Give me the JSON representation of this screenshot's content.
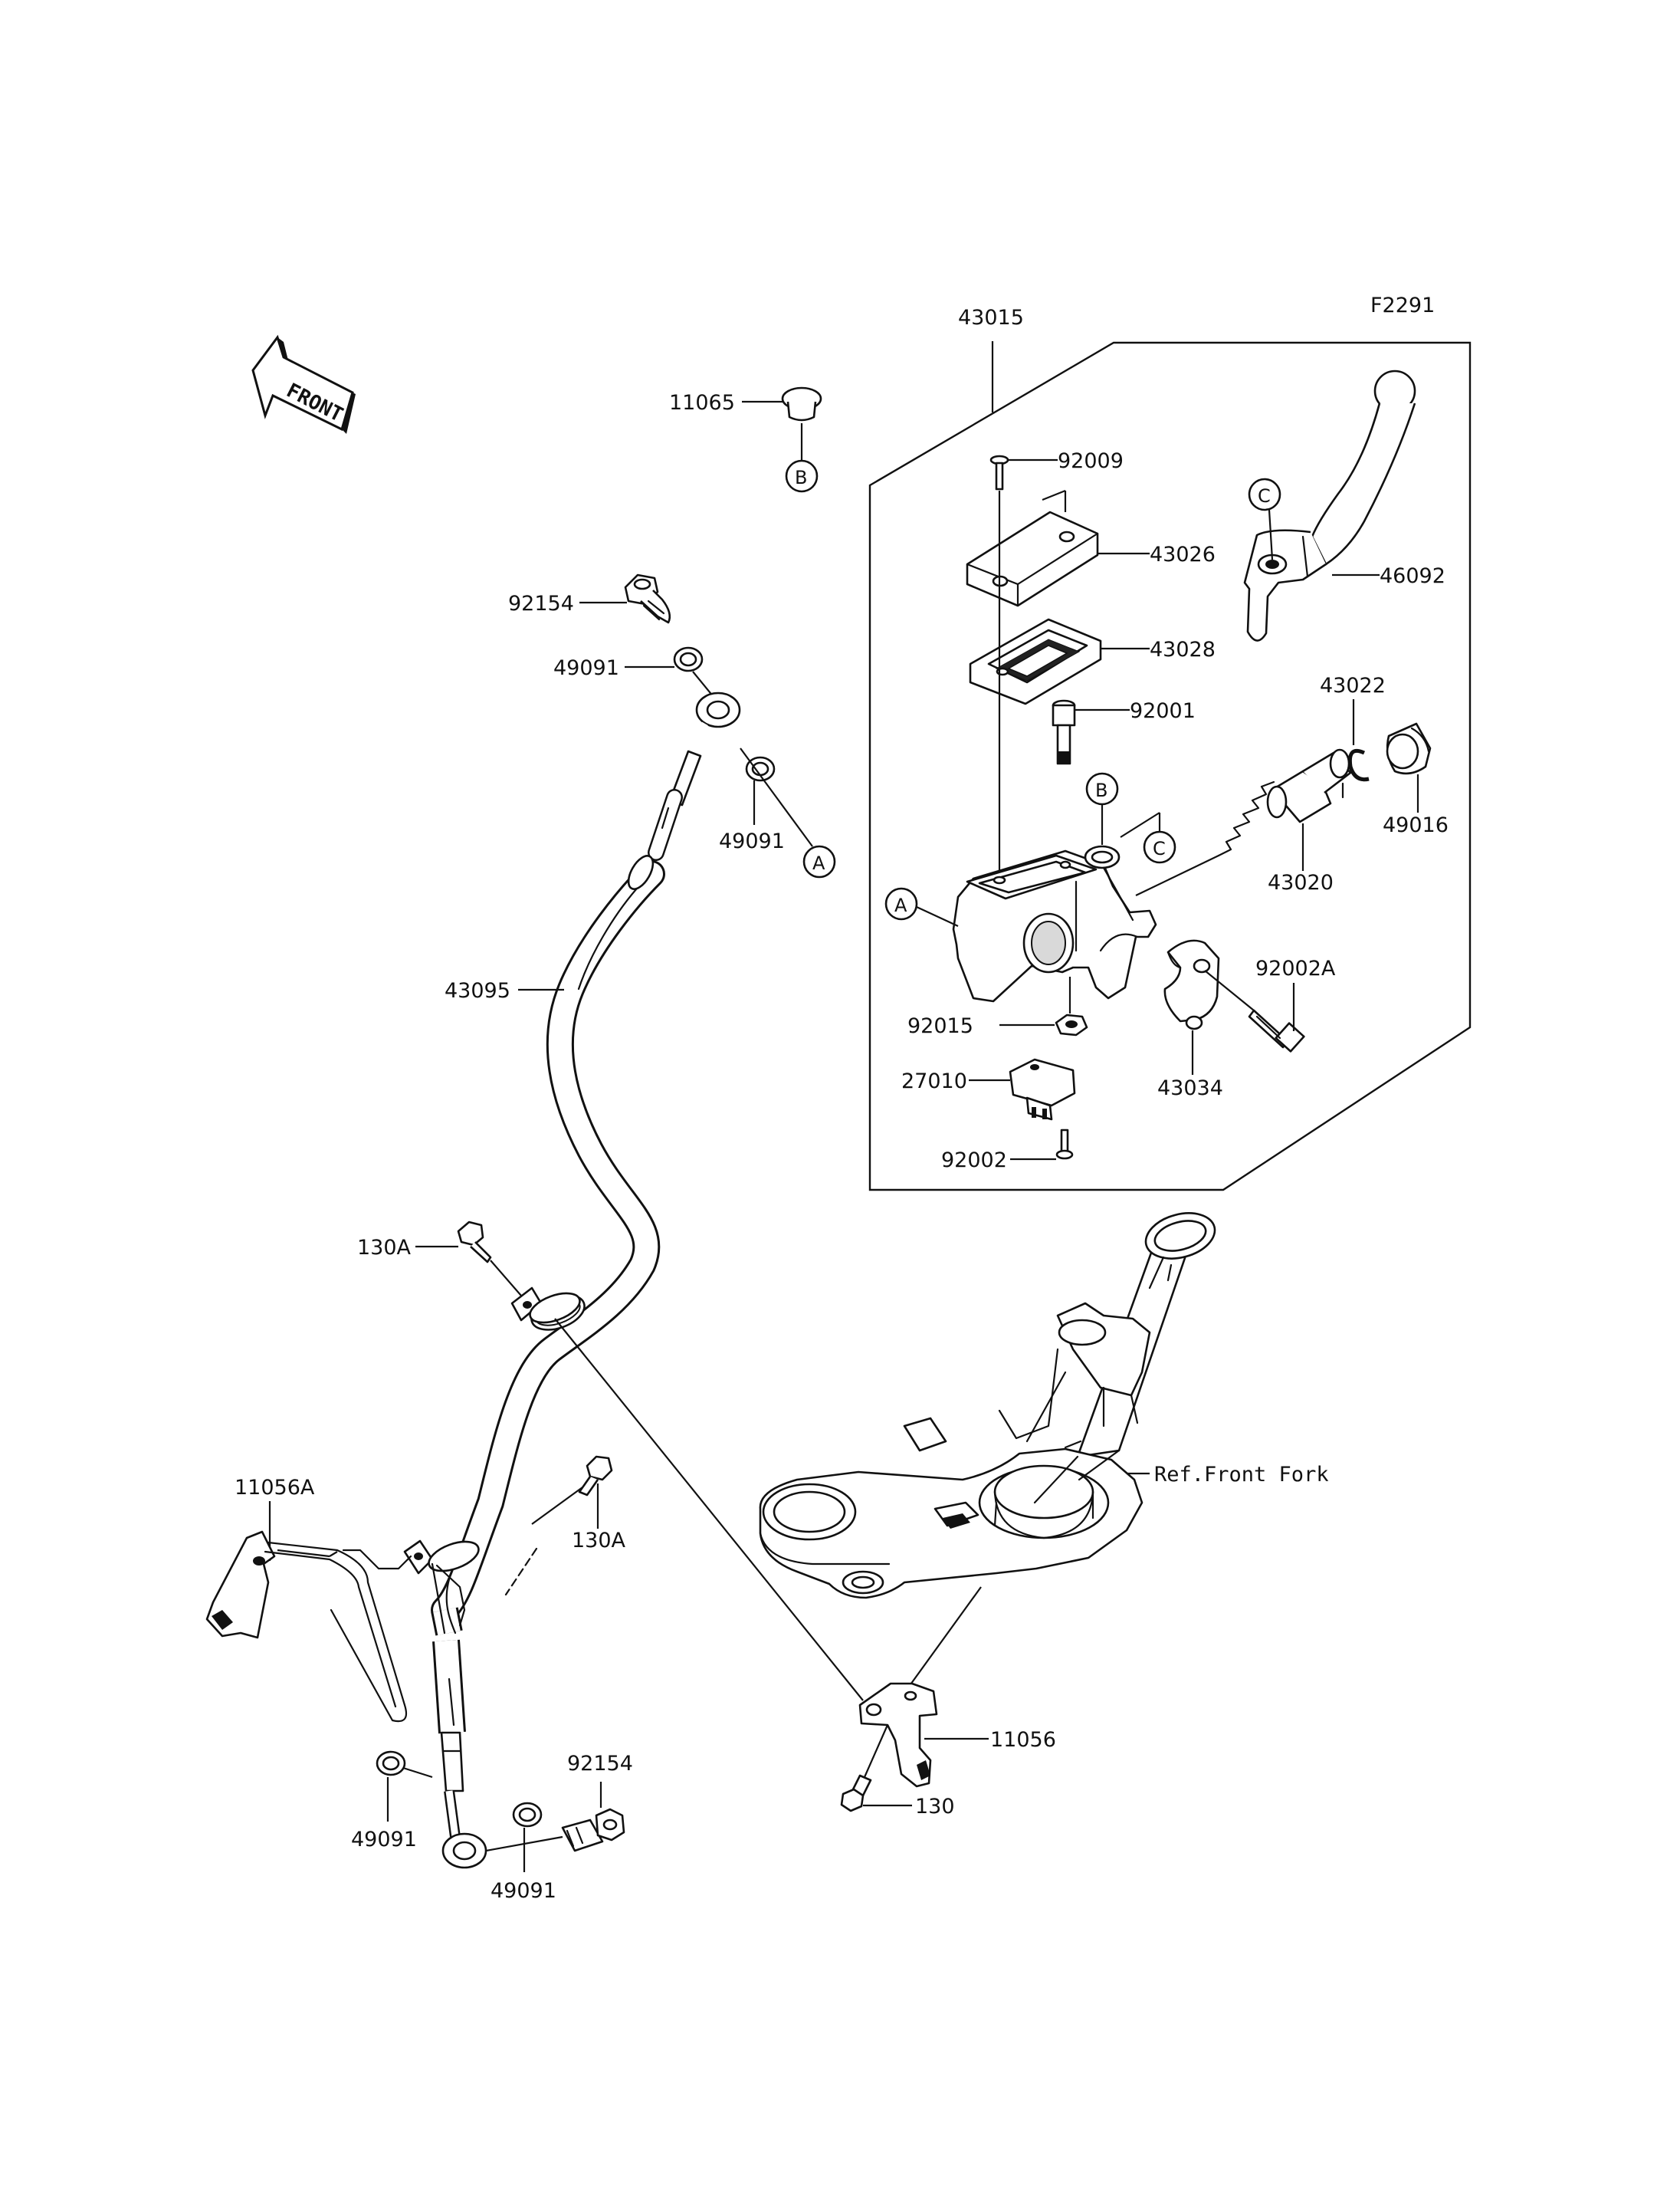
{
  "figure_code": "F2291",
  "front_label": "FRONT",
  "ref_text": "Ref.Front Fork",
  "callouts": {
    "a": "A",
    "b": "B",
    "c": "C"
  },
  "parts": {
    "p43015": "43015",
    "p11065": "11065",
    "p92009": "92009",
    "p43026": "43026",
    "p46092": "46092",
    "p43028": "43028",
    "p92001": "92001",
    "p43022": "43022",
    "p49016": "49016",
    "p43020": "43020",
    "p92002A": "92002A",
    "p92015": "92015",
    "p27010": "27010",
    "p43034": "43034",
    "p92002": "92002",
    "p92154_top": "92154",
    "p49091_top": "49091",
    "p49091_mid": "49091",
    "p43095": "43095",
    "p130A_top": "130A",
    "p130A_low": "130A",
    "p11056A": "11056A",
    "p11056": "11056",
    "p130": "130",
    "p49091_low_left": "49091",
    "p49091_low_right": "49091",
    "p92154_low": "92154"
  }
}
